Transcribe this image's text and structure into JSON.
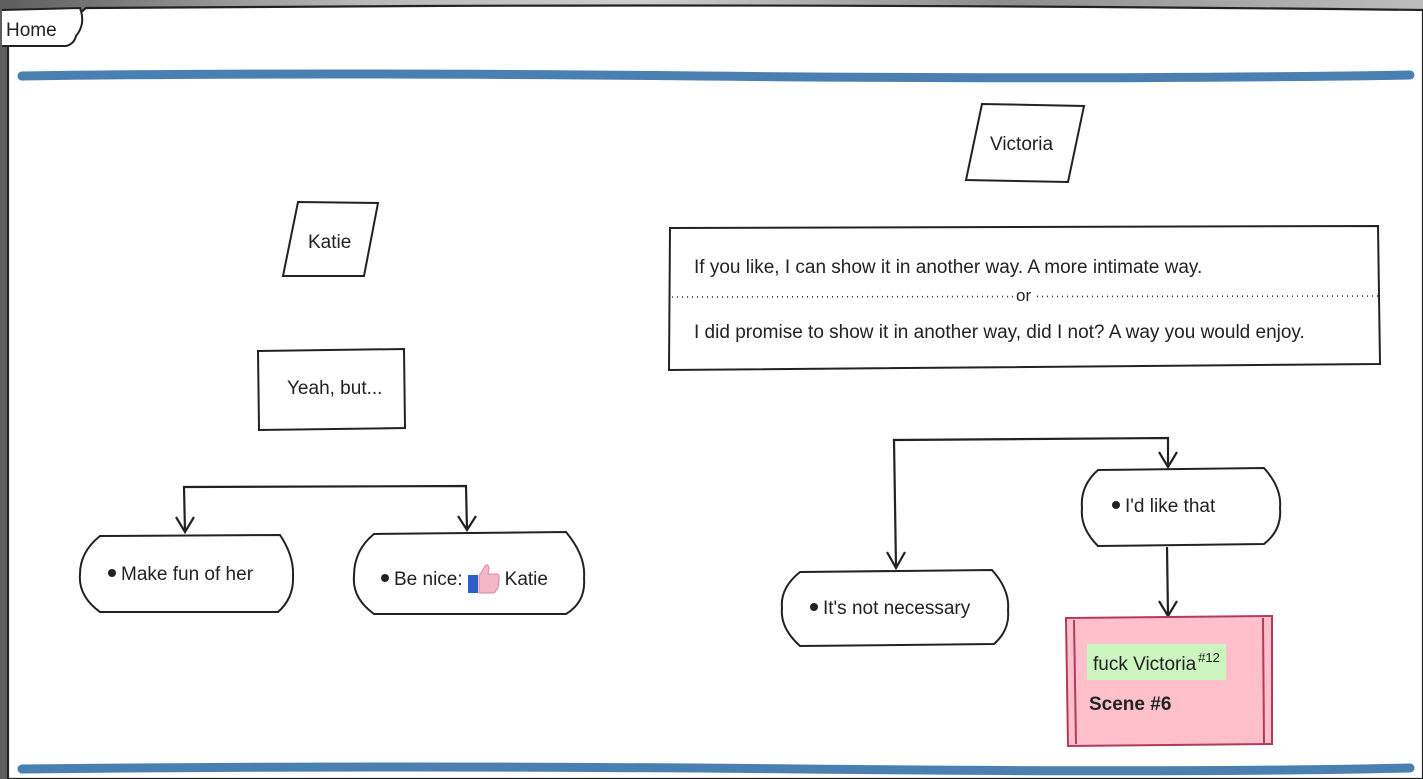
{
  "nav": {
    "home_tab": "Home"
  },
  "left": {
    "character": "Katie",
    "dialogue": "Yeah, but...",
    "choice_1": "Make fun of her",
    "choice_2_prefix": "Be nice:",
    "choice_2_target": "Katie",
    "choice_2_icon": "thumbs-up-icon"
  },
  "right": {
    "character": "Victoria",
    "dialogue_option_1": "If you like, I can show it in another way. A more intimate way.",
    "or_label": "or",
    "dialogue_option_2": "I did promise to show it in another way, did I not? A way you would enjoy.",
    "choice_1": "It's not necessary",
    "choice_2": "I'd like that",
    "outcome": {
      "action": "fuck Victoria",
      "ref": "#12",
      "scene": "Scene #6"
    }
  },
  "colors": {
    "divider": "#4a7fb2",
    "scene_box": "#ffc0cb",
    "scene_border": "#b23a5a",
    "highlight": "#ccf5c0",
    "page": "#ffffff",
    "ink": "#222222"
  }
}
